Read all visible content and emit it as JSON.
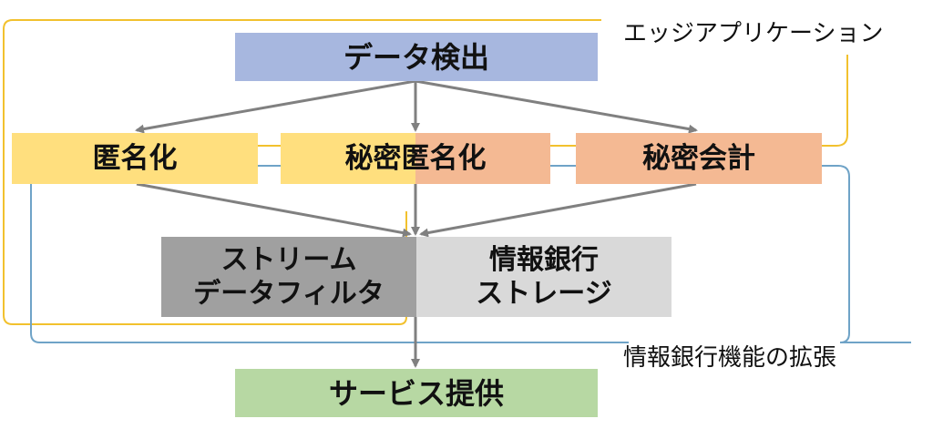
{
  "boxes": {
    "detect": "データ検出",
    "anonymize": "匿名化",
    "secret_anonymize": "秘密匿名化",
    "secret_accounting": "秘密会計",
    "stream_filter": [
      "ストリーム",
      "データフィルタ"
    ],
    "info_bank_storage": [
      "情報銀行",
      "ストレージ"
    ],
    "service": "サービス提供"
  },
  "labels": {
    "edge_application": "エッジアプリケーション",
    "info_bank_extension": "情報銀行機能の拡張"
  },
  "colors": {
    "detect": "#a7b7df",
    "anonymize": "#ffdf7e",
    "secret": "#f4b993",
    "stream": "#a0a0a0",
    "storage": "#d9d9d9",
    "service": "#b7d8a3",
    "edge_outline": "#f2c12e",
    "extension_outline": "#6fa3c7",
    "arrow": "#808080"
  }
}
